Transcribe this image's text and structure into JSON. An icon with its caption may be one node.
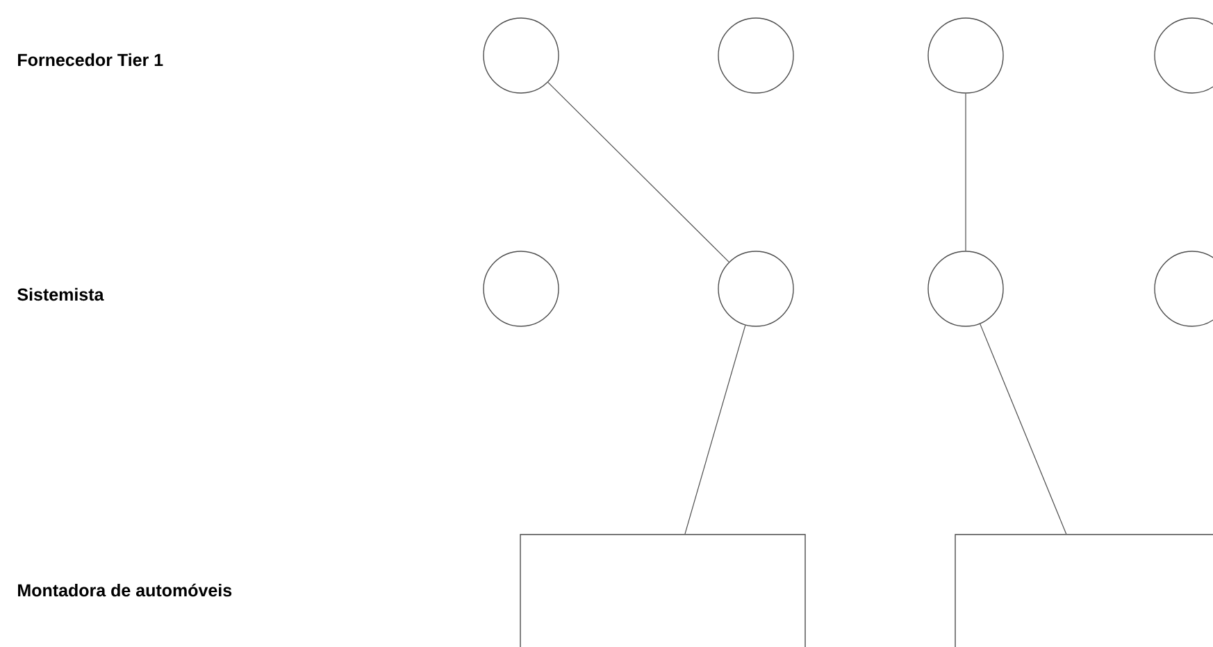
{
  "diagram": {
    "nodes": [
      {
        "text": [],
        "shape": "circle"
      },
      {
        "text": [],
        "shape": "circle"
      },
      {
        "text": [],
        "shape": "circle"
      },
      {
        "text": [],
        "shape": "circle"
      },
      {
        "text": [],
        "shape": "circle"
      },
      {
        "text": [],
        "shape": "circle"
      },
      {
        "text": [],
        "shape": "circle"
      },
      {
        "text": [],
        "shape": "circle"
      },
      {
        "text": [],
        "shape": "box"
      },
      {
        "text": [],
        "shape": "box"
      }
    ],
    "edges": [
      {
        "from": 0,
        "to": 5,
        "arrow": "none"
      },
      {
        "from": 2,
        "to": 6,
        "arrow": "none"
      },
      {
        "from": 5,
        "to": 8,
        "arrow": "none"
      },
      {
        "from": 6,
        "to": 9,
        "arrow": "none"
      }
    ],
    "labels": [
      "Fornecedor Tier 1",
      "Sistemista",
      "Montadora de automóveis"
    ]
  }
}
